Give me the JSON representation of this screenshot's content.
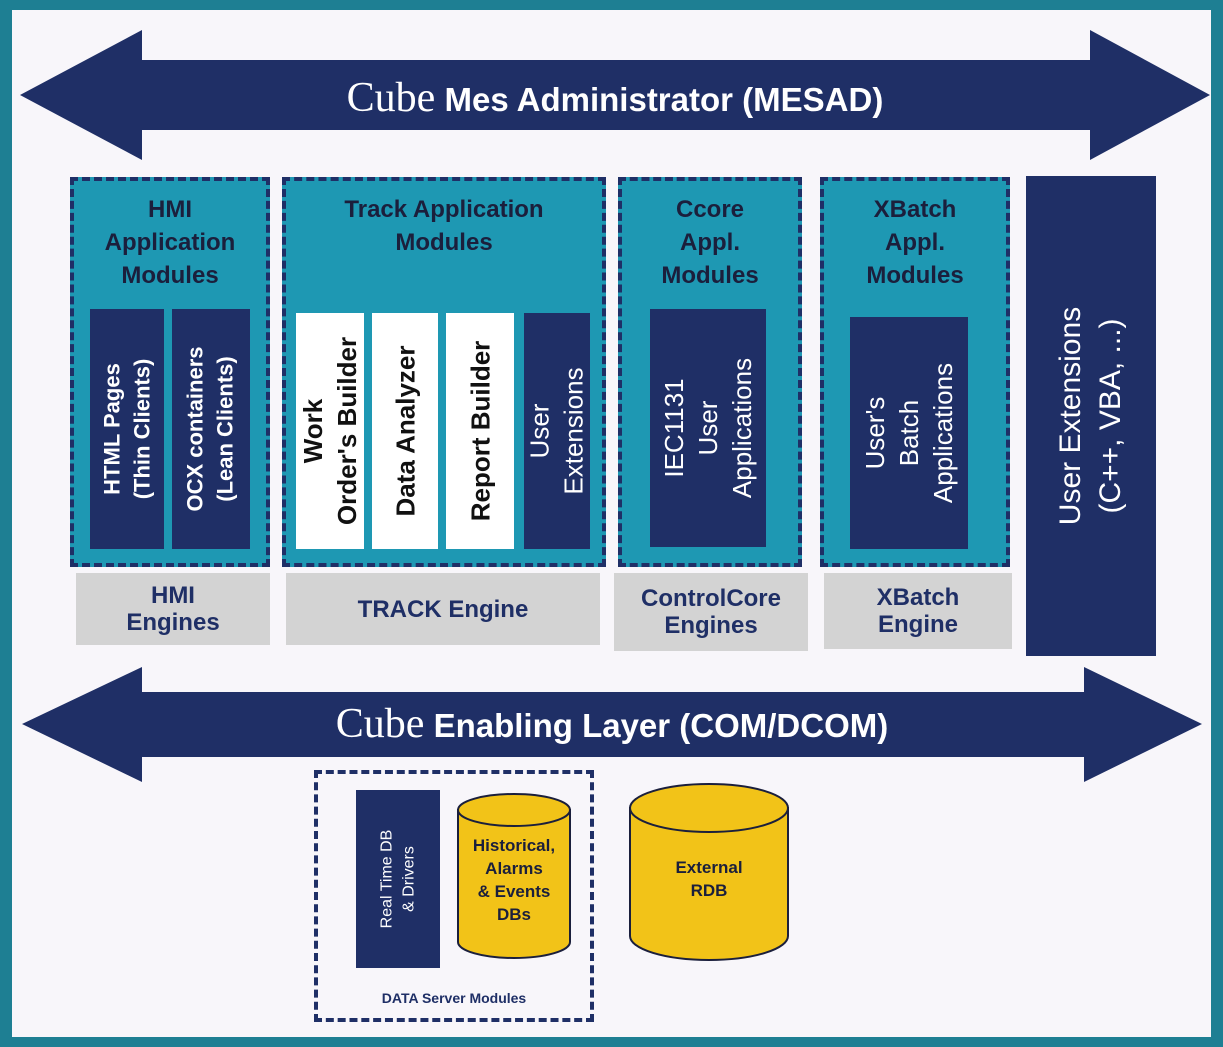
{
  "top_arrow": {
    "brand": "Cube",
    "title": "Mes Administrator (MESAD)"
  },
  "modules": {
    "hmi": {
      "title": "HMI\nApplication\nModules",
      "items": [
        "HTML Pages\n(Thin Clients)",
        "OCX containers\n(Lean Clients)"
      ]
    },
    "track": {
      "title": "Track Application\nModules",
      "items": [
        "Work\nOrder's Builder",
        "Data Analyzer",
        "Report Builder",
        "User\nExtensions"
      ]
    },
    "ccore": {
      "title": "Ccore\nAppl.\nModules",
      "items": [
        "IEC1131\nUser\nApplications"
      ]
    },
    "xbatch": {
      "title": "XBatch\nAppl.\nModules",
      "items": [
        "User's\nBatch\nApplications"
      ]
    }
  },
  "engines": {
    "hmi": "HMI\nEngines",
    "track": "TRACK Engine",
    "controlcore": "ControlCore\nEngines",
    "xbatch": "XBatch\nEngine"
  },
  "user_extensions": "User Extensions\n(C++, VBA, ...)",
  "bottom_arrow": {
    "brand": "Cube",
    "title": "Enabling Layer (COM/DCOM)"
  },
  "data_server": {
    "label": "DATA Server Modules",
    "realtime": "Real Time DB\n& Drivers",
    "historical": "Historical,\nAlarms\n& Events\nDBs"
  },
  "external_rdb": "External\nRDB",
  "colors": {
    "navy": "#1f2f66",
    "teal": "#1e98b3",
    "frame": "#1e7f93",
    "engine_gray": "#d3d3d3",
    "db_yellow": "#f2c318"
  }
}
